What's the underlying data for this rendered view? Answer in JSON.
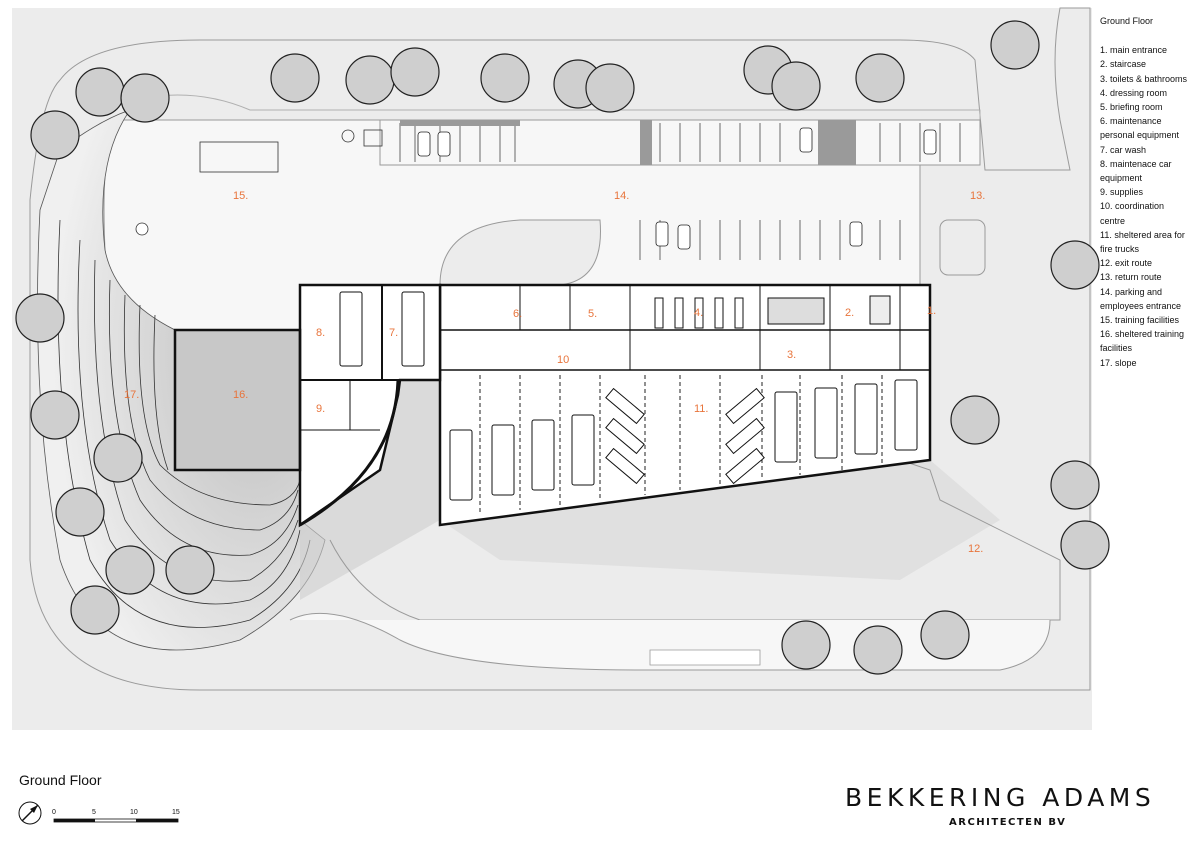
{
  "legend": {
    "title": "Ground Floor",
    "items": [
      "1. main entrance",
      "2. staircase",
      "3. toilets & bathrooms",
      "4. dressing room",
      "5. briefing room",
      "6. maintenance personal equipment",
      "7. car wash",
      "8. maintenace car equipment",
      "9. supplies",
      "10. coordination centre",
      "11. sheltered area for fire trucks",
      "12. exit route",
      "13. return route",
      "14. parking and employees entrance",
      "15. training facilities",
      "16. sheltered training facilities",
      "17. slope"
    ]
  },
  "plan_labels": [
    "1.",
    "2.",
    "3.",
    "4.",
    "5.",
    "6.",
    "7.",
    "8.",
    "9.",
    "10",
    "11.",
    "12.",
    "13.",
    "14.",
    "15.",
    "16.",
    "17."
  ],
  "plan_title": "Ground Floor",
  "scale_bar": {
    "ticks": [
      "0",
      "5",
      "10",
      "15"
    ]
  },
  "architect": {
    "name": "BEKKERING ADAMS",
    "subtitle": "ARCHITECTEN BV"
  },
  "colors": {
    "label_orange": "#e8743b",
    "site_gray": "#ececec",
    "wall_black": "#111111"
  }
}
